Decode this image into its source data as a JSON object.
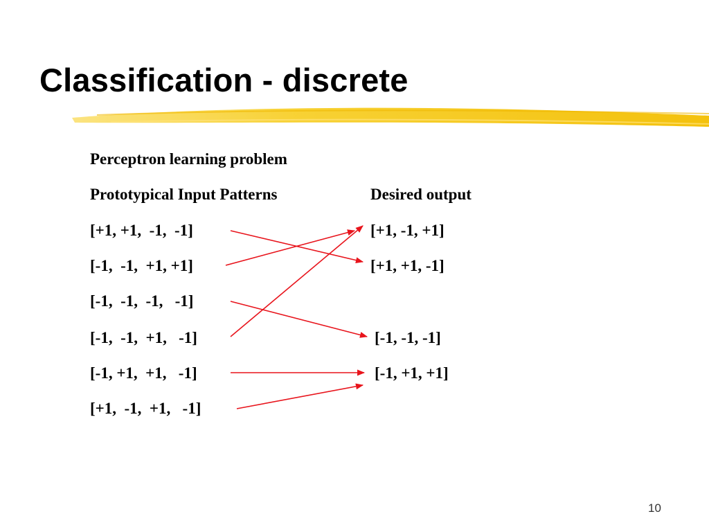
{
  "slide": {
    "title": "Classification - discrete",
    "subtitle": "Perceptron learning problem",
    "input_header": "Prototypical Input Patterns",
    "output_header": "Desired output",
    "inputs": [
      "[+1, +1,  -1,  -1]",
      "[-1,  -1,  +1, +1]",
      "[-1,  -1,  -1,   -1]",
      "[-1,  -1,  +1,   -1]",
      "[-1, +1,  +1,   -1]",
      "[+1,  -1,  +1,   -1]"
    ],
    "outputs": [
      "[+1, -1, +1]",
      "[+1, +1, -1]",
      "[-1, -1, -1]",
      "[-1, +1, +1]"
    ],
    "mapping": [
      {
        "from_input": 0,
        "to_output": 1
      },
      {
        "from_input": 1,
        "to_output": 0
      },
      {
        "from_input": 2,
        "to_output": 2
      },
      {
        "from_input": 3,
        "to_output": 0
      },
      {
        "from_input": 4,
        "to_output": 3
      },
      {
        "from_input": 5,
        "to_output": 3
      }
    ],
    "arrow_color": "#e8141c",
    "highlight_color": "#f5c400",
    "page_number": "10"
  }
}
